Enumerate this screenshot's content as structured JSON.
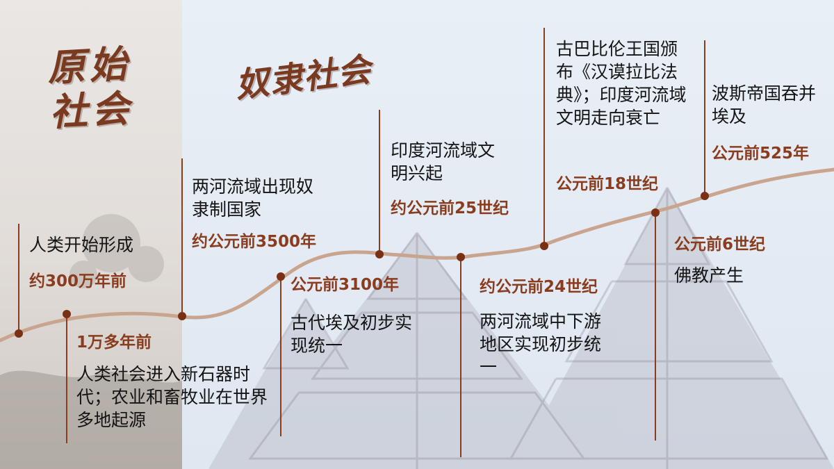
{
  "eras": {
    "primitive": "原始社会",
    "slave": "奴隶社会"
  },
  "events": [
    {
      "id": "human-origin",
      "date": "约300万年前",
      "description": "人类开始形成"
    },
    {
      "id": "neolithic",
      "date": "1万多年前",
      "description": "人类社会进入新石器时代；农业和畜牧业在世界多地起源"
    },
    {
      "id": "mesopotamia-slavery",
      "date": "约公元前3500年",
      "description": "两河流域出现奴隶制国家"
    },
    {
      "id": "egypt-unification",
      "date": "公元前3100年",
      "description": "古代埃及初步实现统一"
    },
    {
      "id": "indus-rise",
      "date": "约公元前25世纪",
      "description": "印度河流域文明兴起"
    },
    {
      "id": "mesopotamia-unification",
      "date": "约公元前24世纪",
      "description": "两河流域中下游地区实现初步统一"
    },
    {
      "id": "hammurabi-code",
      "date": "公元前18世纪",
      "description": "古巴比伦王国颁布《汉谟拉比法典》；印度河流域文明走向衰亡"
    },
    {
      "id": "buddhism",
      "date": "公元前6世纪",
      "description": "佛教产生"
    },
    {
      "id": "persia-egypt",
      "date": "公元前525年",
      "description": "波斯帝国吞并埃及"
    }
  ],
  "colors": {
    "accent": "#8a3c1f",
    "timeline": "#c9a48e",
    "marker": "#7a3015",
    "era_title": "#7a3a20"
  }
}
